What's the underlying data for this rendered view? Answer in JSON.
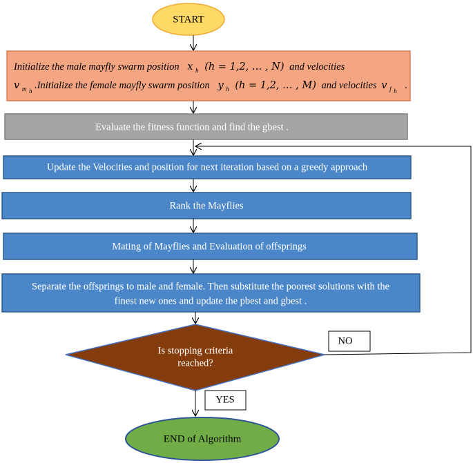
{
  "nodes": {
    "start": "START",
    "init": {
      "line1_text1": "Initialize the male mayfly swarm position",
      "line1_var": "x",
      "line1_var_sub": "h",
      "line1_range": "(h = 1,2, … , N)",
      "line1_text2": "and velocities",
      "line2_var": "v",
      "line2_var_sub": "m",
      "line2_var_subsub": "h",
      "line2_text1": ".Initialize the female mayfly swarm position",
      "line2_var2": "y",
      "line2_var2_sub": "h",
      "line2_range": "(h = 1,2, … , M)",
      "line2_text2": "and velocities",
      "line2_var3": "v",
      "line2_var3_sub": "f",
      "line2_var3_subsub": "h",
      "line2_end": "."
    },
    "evaluate": "Evaluate the fitness function and find the gbest .",
    "update": "Update the Velocities and position for next iteration based on a greedy approach",
    "rank": "Rank the Mayflies",
    "mating": "Mating of Mayflies and Evaluation of offsprings",
    "separate_line1": "Separate the offsprings to male and female. Then substitute the poorest solutions with the",
    "separate_line2": "finest new ones and update the pbest and gbest .",
    "decision_line1": "Is stopping criteria",
    "decision_line2": "reached?",
    "no_label": "NO",
    "yes_label": "YES",
    "end": "END of Algorithm"
  },
  "colors": {
    "start_fill": "#FFD966",
    "start_stroke": "#F0A830",
    "init_fill": "#F4A582",
    "init_stroke": "#E07B54",
    "evaluate_fill": "#A5A5A5",
    "evaluate_stroke": "#7F7F7F",
    "process_fill": "#4A86C8",
    "process_stroke": "#2E5C8A",
    "decision_fill": "#843C0C",
    "decision_stroke": "#4472C4",
    "end_fill": "#70AD47",
    "end_stroke": "#2F5597",
    "line": "#000000"
  }
}
